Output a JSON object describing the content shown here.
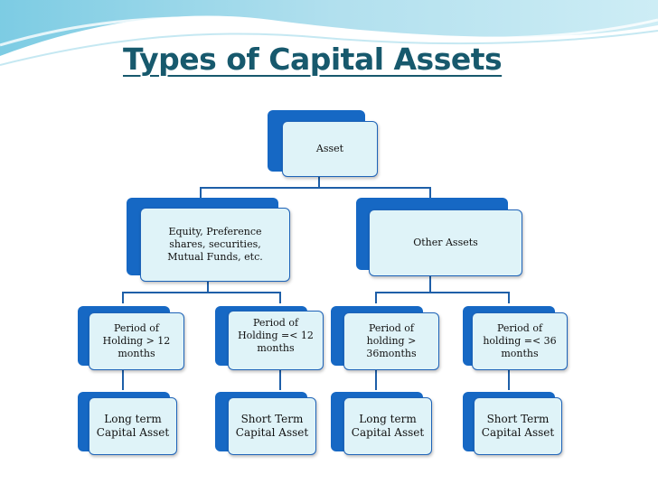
{
  "title": "Types of Capital Assets",
  "nodes": {
    "asset": "Asset",
    "equity": "Equity, Preference\nshares, securities,\nMutual Funds, etc.",
    "other": "Other Assets",
    "period_gt12": "Period of\nHolding > 12\nmonths",
    "period_le12": "Period of\nHolding =< 12\nmonths",
    "period_gt36": "Period of\nholding >\n36months",
    "period_le36": "Period of\nholding =< 36\nmonths",
    "lt_equity": "Long term\nCapital Asset",
    "st_equity": "Short Term\nCapital Asset",
    "lt_other": "Long term\nCapital Asset",
    "st_other": "Short Term\nCapital Asset"
  },
  "colors": {
    "title": "#17596d",
    "node_fill": "#dff3f8",
    "node_back": "#1668c4",
    "connector": "#1e5fa8"
  }
}
